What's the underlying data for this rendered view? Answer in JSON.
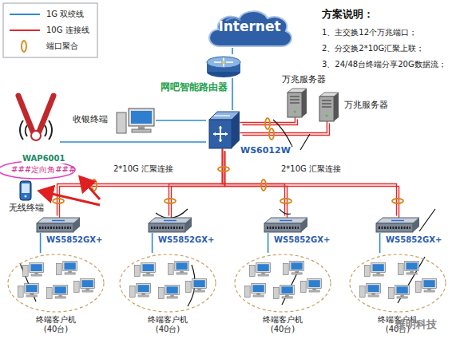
{
  "diagram": {
    "nodes": [
      {
        "text": [
          "Internet"
        ]
      },
      {
        "text": [
          "网吧智能路由器"
        ]
      },
      {
        "text": [
          "WS6012W"
        ]
      },
      {
        "text": [
          "万兆服务器"
        ]
      },
      {
        "text": [
          "万兆服务器"
        ]
      },
      {
        "text": [
          "收银终端"
        ]
      },
      {
        "text": [
          "WAP6001",
          "###定向角###"
        ]
      },
      {
        "text": [
          "无线终端"
        ]
      },
      {
        "text": [
          "WS5852GX+"
        ]
      },
      {
        "text": [
          "WS5852GX+"
        ]
      },
      {
        "text": [
          "WS5852GX+"
        ]
      },
      {
        "text": [
          "WS5852GX+"
        ]
      },
      {
        "text": [
          "终端客户机 (40台)"
        ]
      },
      {
        "text": [
          "终端客户机 (40台)"
        ]
      },
      {
        "text": [
          "终端客户机 (40台)"
        ]
      },
      {
        "text": [
          "终端客户机 (40台)"
        ]
      }
    ],
    "edges": [
      {
        "from": 0,
        "to": 1,
        "arrow": "none"
      },
      {
        "from": 1,
        "to": 2,
        "arrow": "none"
      },
      {
        "from": 2,
        "to": 3,
        "arrow": "none"
      },
      {
        "from": 2,
        "to": 4,
        "arrow": "none"
      },
      {
        "from": 2,
        "to": 5,
        "arrow": "none"
      },
      {
        "from": 2,
        "to": 6,
        "arrow": "none"
      },
      {
        "from": 2,
        "to": 8,
        "arrow": "none"
      },
      {
        "from": 2,
        "to": 9,
        "arrow": "none"
      },
      {
        "from": 2,
        "to": 10,
        "arrow": "none"
      },
      {
        "from": 2,
        "to": 11,
        "arrow": "none"
      },
      {
        "from": 8,
        "to": 12,
        "arrow": "none"
      },
      {
        "from": 9,
        "to": 13,
        "arrow": "none"
      },
      {
        "from": 10,
        "to": 14,
        "arrow": "none"
      },
      {
        "from": 11,
        "to": 15,
        "arrow": "none"
      }
    ],
    "labels": [
      "方案说明：",
      "1、主交换12个万兆端口；",
      "2、分交换2*10G汇聚上联；",
      "3、24/48台终端分享20G数据流；",
      "2*10G 汇聚连接",
      "2*10G 汇聚连接",
      "维明科技"
    ],
    "legend": [
      {
        "text": "1G 双绞线"
      },
      {
        "text": "10G 连接线"
      },
      {
        "text": "端口聚合"
      }
    ]
  }
}
